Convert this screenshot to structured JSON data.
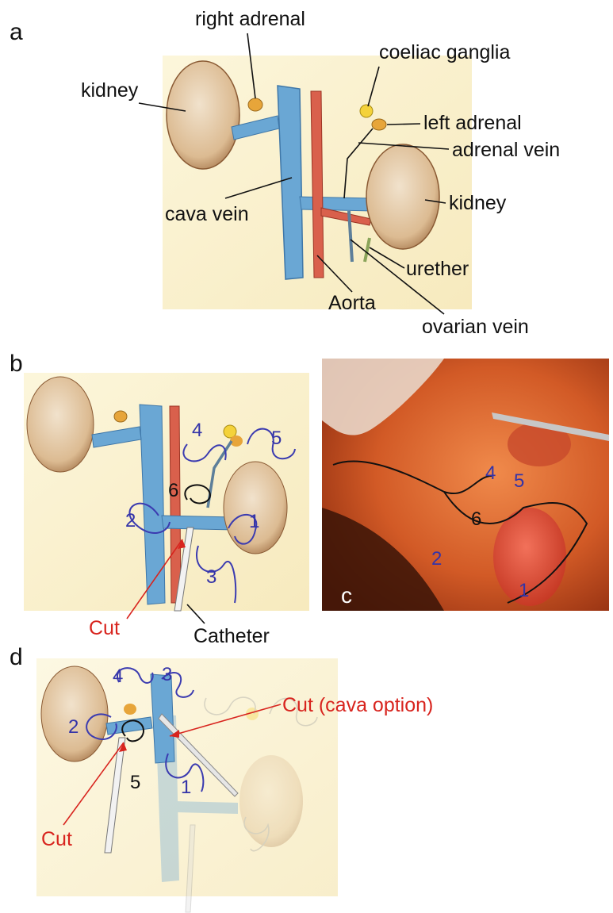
{
  "panels": {
    "a": {
      "letter": "a",
      "labels": {
        "right_adrenal": "right adrenal",
        "coeliac_ganglia": "coeliac ganglia",
        "kidney_left": "kidney",
        "left_adrenal": "left adrenal",
        "adrenal_vein": "adrenal vein",
        "kidney_right": "kidney",
        "cava_vein": "cava vein",
        "urether": "urether",
        "aorta": "Aorta",
        "ovarian_vein": "ovarian vein"
      }
    },
    "b": {
      "letter": "b",
      "numbers": [
        "1",
        "2",
        "3",
        "4",
        "5",
        "6"
      ],
      "cut": "Cut",
      "catheter": "Catheter"
    },
    "c": {
      "letter": "c",
      "numbers": [
        "1",
        "2",
        "4",
        "5",
        "6"
      ]
    },
    "d": {
      "letter": "d",
      "numbers": [
        "1",
        "2",
        "3",
        "4",
        "5"
      ],
      "cut_cava": "Cut (cava option)",
      "cut": "Cut"
    }
  },
  "colors": {
    "suture_blue": "#3b3bb0",
    "number_blue": "#3434a8",
    "cut_red": "#d8241e",
    "vein_blue": "#6aa7d4",
    "artery_red": "#d9604c",
    "kidney_tan": "#e3c9a6",
    "background_yellow": "#f6ebb8",
    "photo_orange": "#d9582a"
  },
  "icons": [
    "kidney-illustration",
    "adrenal-illustration",
    "catheter-illustration",
    "suture-loop"
  ]
}
